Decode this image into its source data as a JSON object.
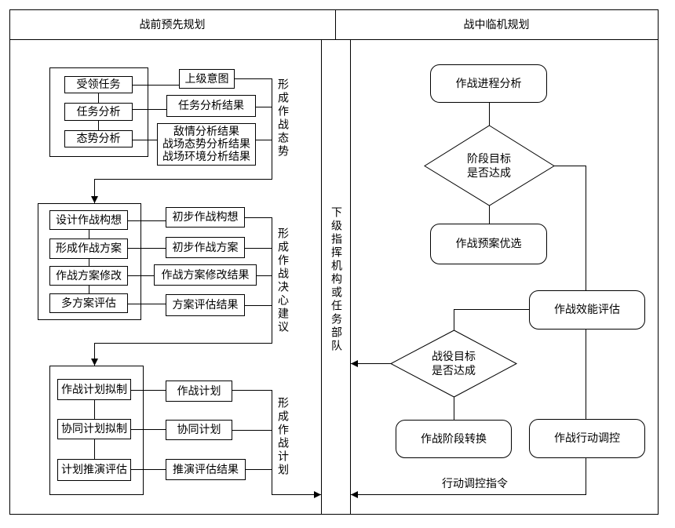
{
  "header": {
    "pre_war": "战前预先规划",
    "in_war": "战中临机规划"
  },
  "pre_war": {
    "situation": {
      "steps": [
        "受领任务",
        "任务分析",
        "态势分析"
      ],
      "outputs": [
        "上级意图",
        "任务分析结果",
        [
          "敌情分析结果",
          "战场态势分析结果",
          "战场环境分析结果"
        ]
      ],
      "label": "形成作战态势"
    },
    "decision": {
      "steps": [
        "设计作战构想",
        "形成作战方案",
        "作战方案修改",
        "多方案评估"
      ],
      "outputs": [
        "初步作战构想",
        "初步作战方案",
        "作战方案修改结果",
        "方案评估结果"
      ],
      "label": "形成作战决心建议"
    },
    "plan": {
      "steps": [
        "作战计划拟制",
        "协同计划拟制",
        "计划推演评估"
      ],
      "outputs": [
        "作战计划",
        "协同计划",
        "推演评估结果"
      ],
      "label": "形成作战计划"
    }
  },
  "middle_label": "下级指挥机构或任务部队",
  "in_war": {
    "progress_analysis": "作战进程分析",
    "stage_decision": [
      "阶段目标",
      "是否达成"
    ],
    "plan_selection": "作战预案优选",
    "effectiveness_eval": "作战效能评估",
    "campaign_decision": [
      "战役目标",
      "是否达成"
    ],
    "stage_transition": "作战阶段转换",
    "action_control": "作战行动调控",
    "control_instruction": "行动调控指令"
  }
}
